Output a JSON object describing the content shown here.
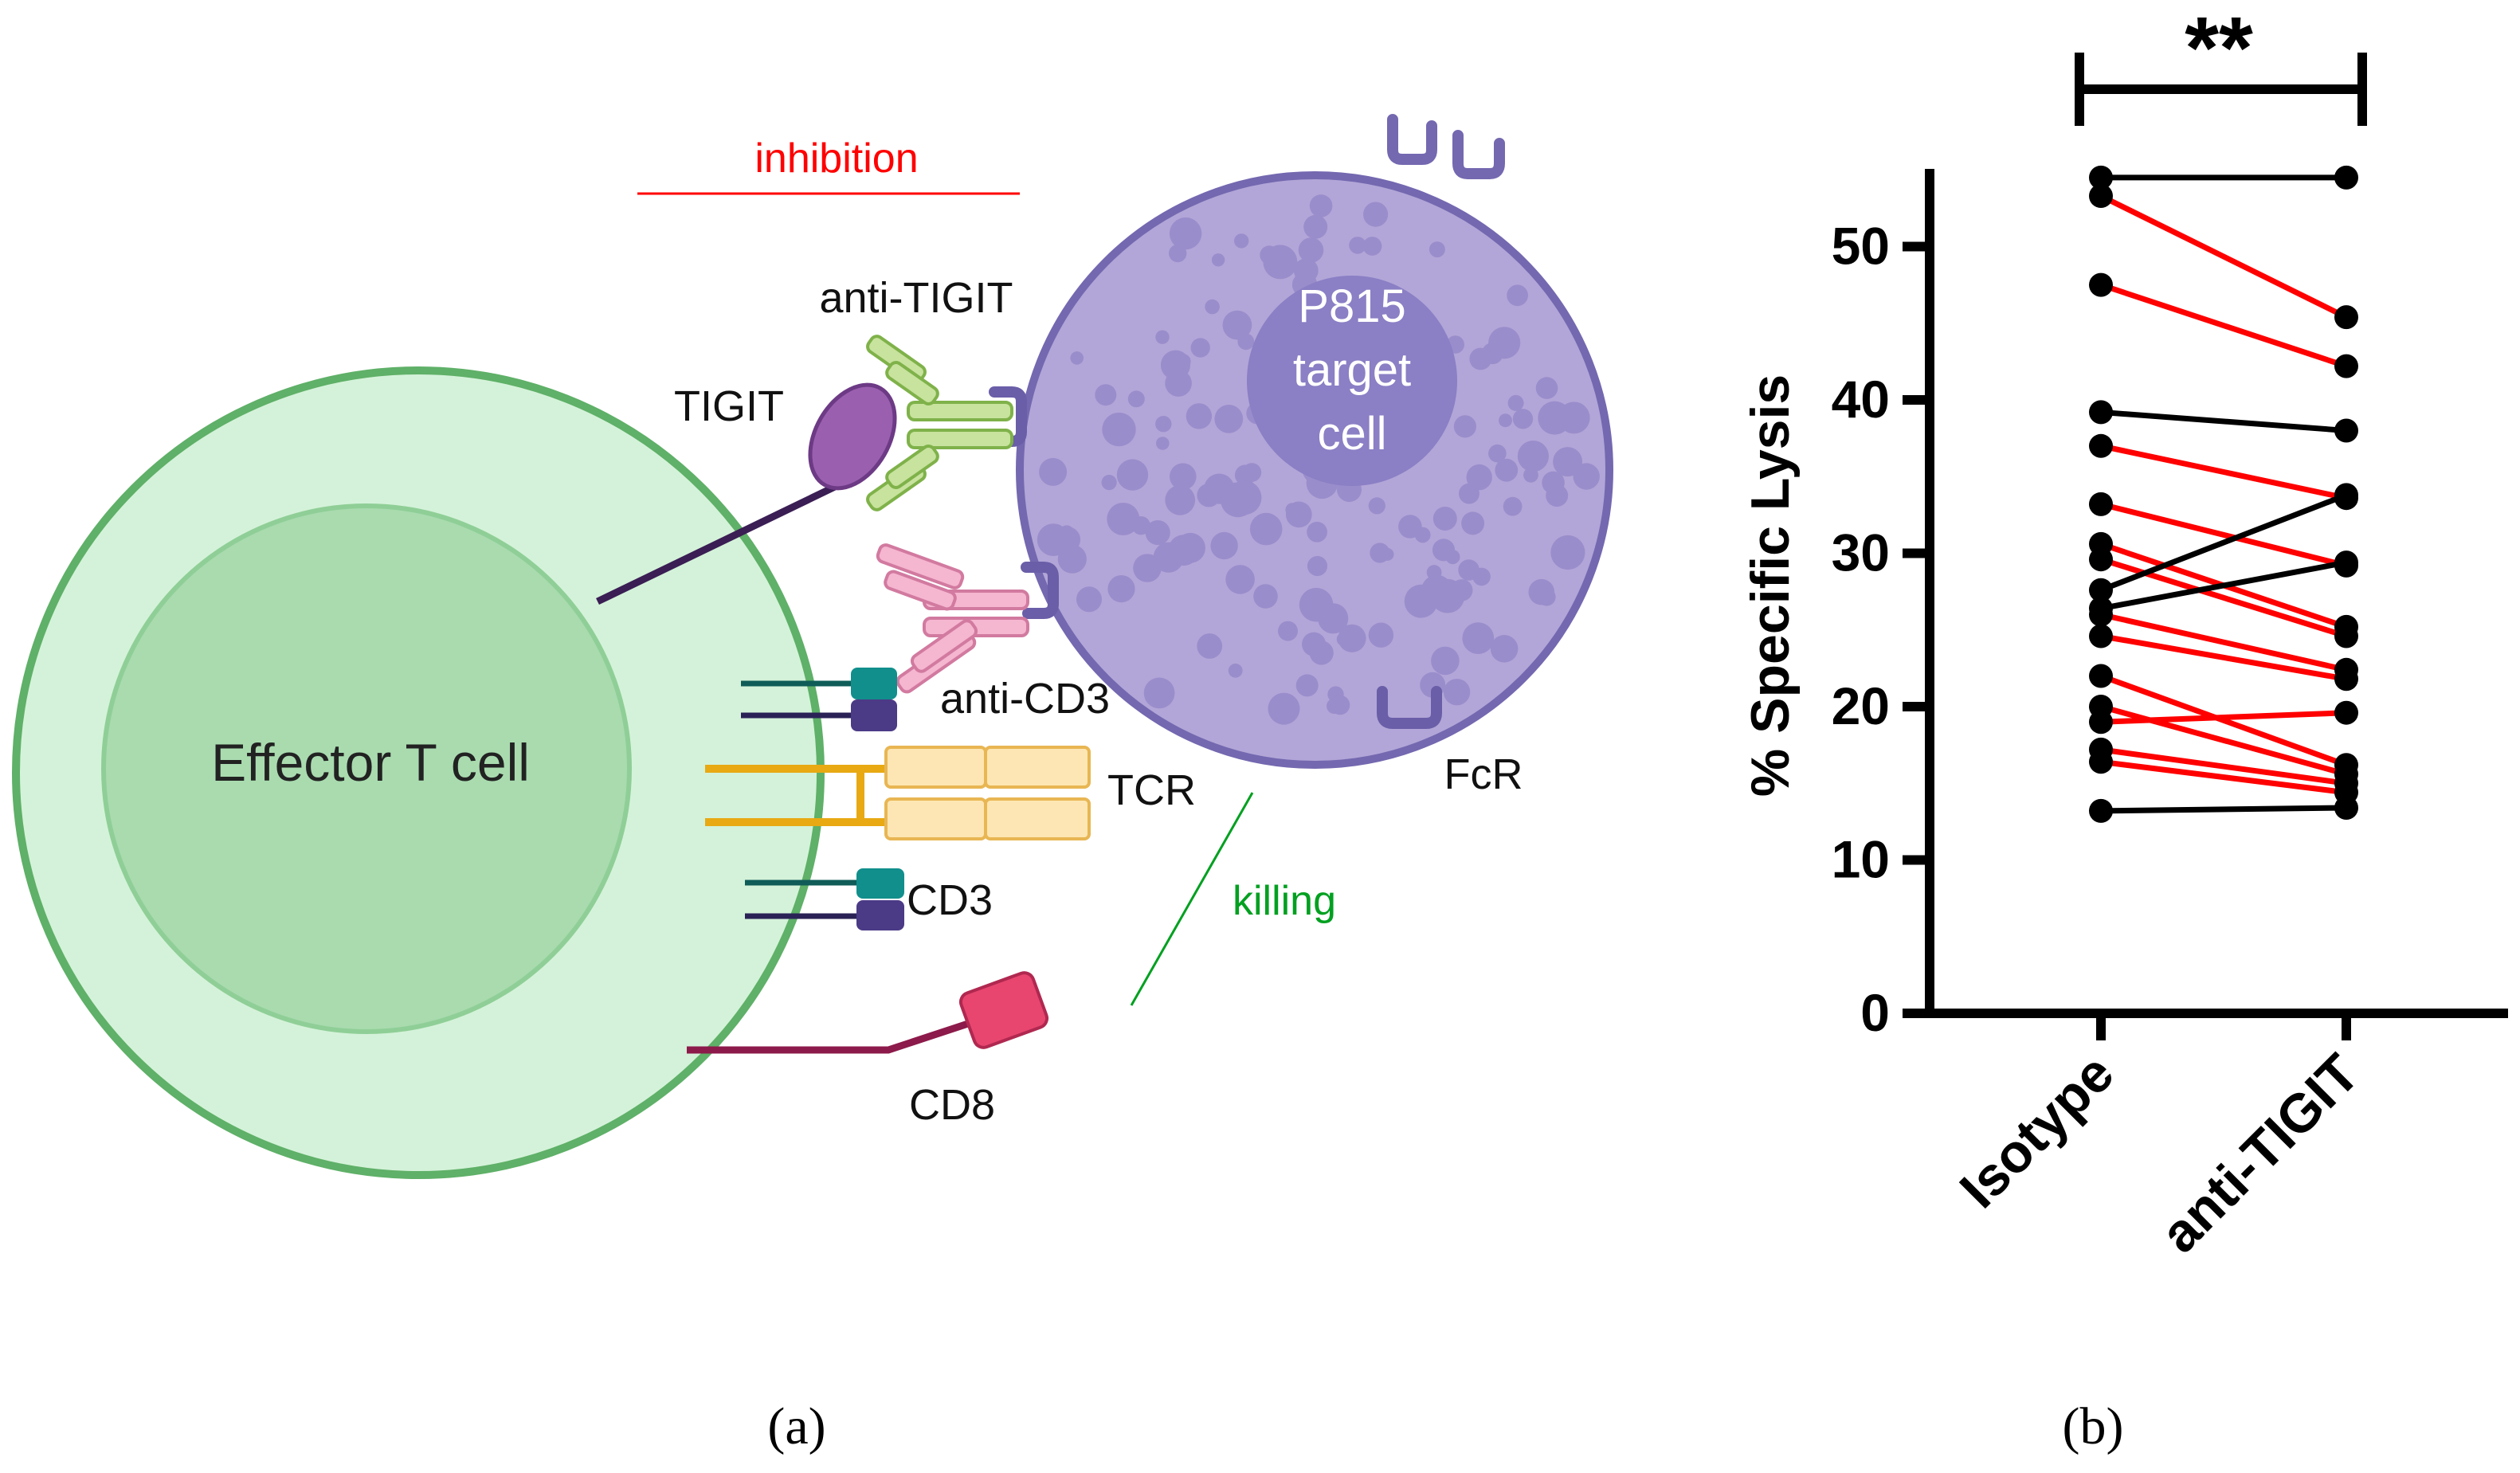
{
  "panel_a": {
    "panel_label": "(a)",
    "labels": {
      "inhibition": "inhibition",
      "anti_tigit": "anti-TIGIT",
      "tigit": "TIGIT",
      "target_line1": "P815",
      "target_line2": "target",
      "target_line3": "cell",
      "effector": "Effector T cell",
      "anti_cd3": "anti-CD3",
      "tcr": "TCR",
      "fcr": "FcR",
      "cd3": "CD3",
      "killing": "killing",
      "cd8": "CD8"
    },
    "colors": {
      "inhibition": "#ff0000",
      "killing": "#00a020",
      "effector_outer_fill": "#d4f2d9",
      "effector_outer_stroke": "#5fb068",
      "effector_nucleus": "#a9dbaf",
      "target_fill": "#b2a6d8",
      "target_stroke": "#7468b0",
      "target_nucleus": "#8b7fc5",
      "tigit": "#9b5fb0",
      "anti_tigit": "#c8e39e",
      "anti_cd3": "#f5b6d0",
      "tcr": "#fde6b3",
      "tcr_stalk": "#e8a913",
      "cd3_teal": "#118f8c",
      "cd3_purple": "#4b3a86",
      "cd8": "#e8466f",
      "cd8_stalk": "#8c1a4a"
    }
  },
  "panel_b": {
    "panel_label": "(b)",
    "significance": "**",
    "chart_data": {
      "type": "line",
      "categories": [
        "Isotype",
        "anti-TIGIT"
      ],
      "ylabel": "% Specific Lysis",
      "xlabel": "",
      "ylim": [
        0,
        55
      ],
      "yticks": [
        0,
        10,
        20,
        30,
        40,
        50
      ],
      "grid": false,
      "pairs": [
        {
          "isotype": 54.5,
          "anti_tigit": 54.5,
          "color": "#000000"
        },
        {
          "isotype": 53.3,
          "anti_tigit": 45.4,
          "color": "#ff0000"
        },
        {
          "isotype": 47.5,
          "anti_tigit": 42.2,
          "color": "#ff0000"
        },
        {
          "isotype": 39.2,
          "anti_tigit": 38.0,
          "color": "#000000"
        },
        {
          "isotype": 37.0,
          "anti_tigit": 33.6,
          "color": "#ff0000"
        },
        {
          "isotype": 33.2,
          "anti_tigit": 29.2,
          "color": "#ff0000"
        },
        {
          "isotype": 30.6,
          "anti_tigit": 25.2,
          "color": "#ff0000"
        },
        {
          "isotype": 29.6,
          "anti_tigit": 24.6,
          "color": "#ff0000"
        },
        {
          "isotype": 27.6,
          "anti_tigit": 33.8,
          "color": "#000000"
        },
        {
          "isotype": 26.4,
          "anti_tigit": 29.4,
          "color": "#000000"
        },
        {
          "isotype": 26.0,
          "anti_tigit": 22.4,
          "color": "#ff0000"
        },
        {
          "isotype": 24.6,
          "anti_tigit": 21.8,
          "color": "#ff0000"
        },
        {
          "isotype": 22.0,
          "anti_tigit": 16.2,
          "color": "#ff0000"
        },
        {
          "isotype": 20.0,
          "anti_tigit": 15.6,
          "color": "#ff0000"
        },
        {
          "isotype": 19.0,
          "anti_tigit": 19.6,
          "color": "#ff0000"
        },
        {
          "isotype": 17.2,
          "anti_tigit": 15.0,
          "color": "#ff0000"
        },
        {
          "isotype": 16.4,
          "anti_tigit": 14.4,
          "color": "#ff0000"
        },
        {
          "isotype": 13.2,
          "anti_tigit": 13.4,
          "color": "#000000"
        }
      ]
    }
  }
}
